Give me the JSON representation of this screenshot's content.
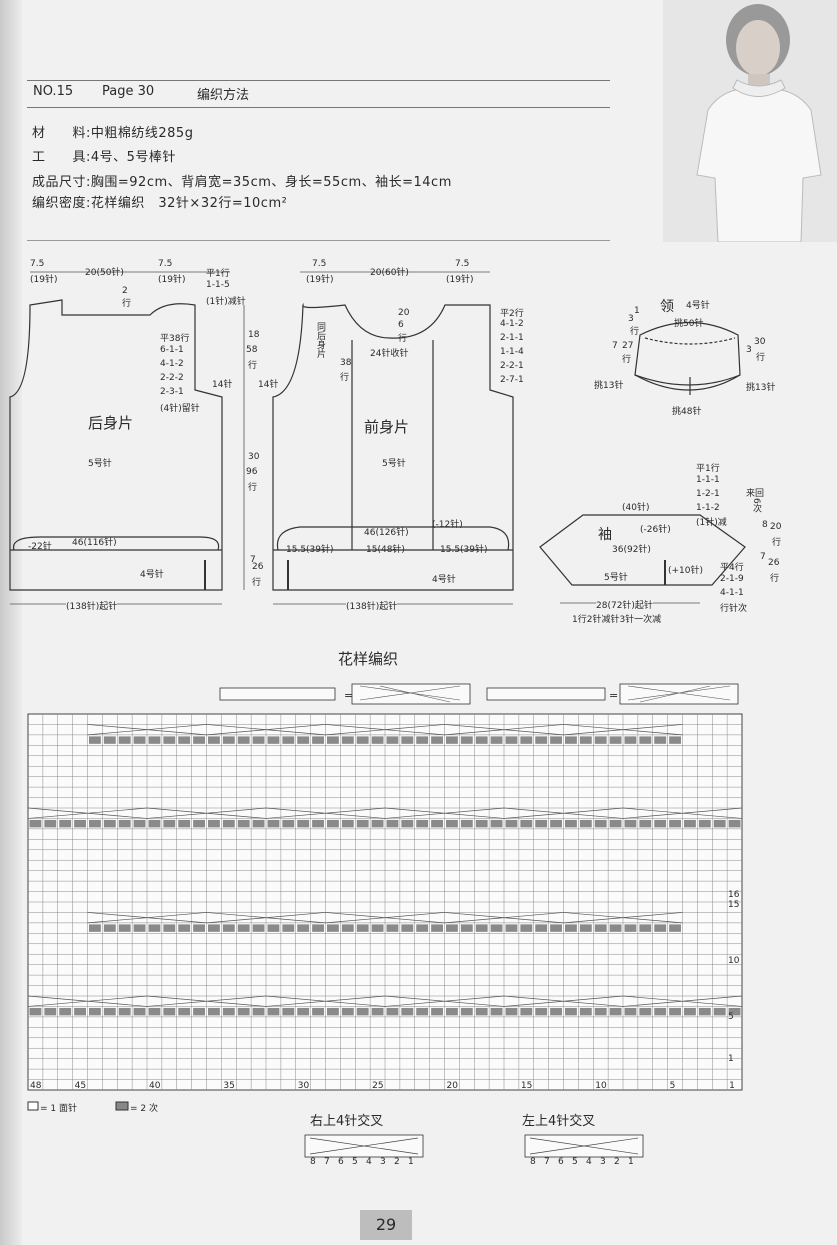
{
  "header": {
    "no": "NO.15",
    "page": "Page 30",
    "title": "编织方法"
  },
  "specs": [
    {
      "key": "材　　料:",
      "value": "中粗棉纺线285g"
    },
    {
      "key": "工　　具:",
      "value": "4号、5号棒针"
    },
    {
      "key": "成品尺寸:",
      "value": "胸围=92cm、背肩宽=35cm、身长=55cm、袖长=14cm"
    },
    {
      "key": "编织密度:",
      "value": "花样编织　32针×32行=10cm²"
    }
  ],
  "back": {
    "title": "后身片",
    "needle5": "5号针",
    "needle4": "4号针",
    "top_left": "7.5",
    "top_left_st": "(19针)",
    "top_mid": "20(50针)",
    "top_right": "7.5",
    "top_right_st": "(19针)",
    "shoulder_rows": "2",
    "shoulder_rows_unit": "行",
    "flat": "平1行",
    "dec1": "1-1-5",
    "dec2": "(1针)减针",
    "armhole": "14针",
    "armhole2": "14针",
    "arm_rows": "平38行",
    "arm1": "6-1-1",
    "arm2": "4-1-2",
    "arm3": "2-2-2",
    "arm4": "2-3-1",
    "leave": "(4针)留针",
    "width46": "46(116针)",
    "minus22": "-22针",
    "cast_on": "(138针)起针"
  },
  "front": {
    "title": "前身片",
    "needle5": "5号针",
    "needle4": "4号针",
    "same_as_back": "同后身片",
    "top_left": "7.5",
    "top_left_st": "(19针)",
    "top_mid": "20(60针)",
    "top_right": "7.5",
    "top_right_st": "(19针)",
    "neck_cm": "20",
    "neck_rows": "6",
    "neck_rows_unit": "行",
    "center_bind": "24针收针",
    "rows38": "38",
    "rows38_unit": "行",
    "flat2": "平2行",
    "nk1": "4-1-2",
    "nk2": "2-1-1",
    "nk3": "1-1-4",
    "nk4": "2-2-1",
    "nk5": "2-7-1",
    "width46": "46(126针)",
    "minus12": "(-12针)",
    "side_l": "15.5(39针)",
    "mid": "15(48针)",
    "side_r": "15.5(39针)",
    "cast_on": "(138针)起针"
  },
  "vertical": {
    "h18": "18",
    "r58": "58",
    "r58_unit": "行",
    "h30": "30",
    "r96": "96",
    "r96_unit": "行",
    "h7": "7",
    "r26": "26",
    "r26_unit": "行"
  },
  "collar": {
    "title": "领",
    "needle": "4号针",
    "pick50": "挑50针",
    "pick13l": "挑13针",
    "pick13r": "挑13针",
    "pick48": "挑48针",
    "l1": "1",
    "l3": "3",
    "l3_unit": "行",
    "l7": "7",
    "l27": "27",
    "l27_unit": "行",
    "r3": "3",
    "r30": "30",
    "r30_unit": "行"
  },
  "sleeve": {
    "title": "袖",
    "needle5": "5号针",
    "top": "(40针)",
    "minus26": "(-26针)",
    "width36": "36(92针)",
    "plus10": "(+10针)",
    "flat1": "平1行",
    "s1": "1-1-1",
    "s2": "1-2-1",
    "s3": "1-1-2",
    "dec": "(1针)减",
    "back_forth": "来回",
    "times": "6次",
    "h8": "8",
    "r20": "20",
    "r20_unit": "行",
    "h7": "7",
    "r26": "26",
    "r26_unit": "行",
    "flat4": "平4行",
    "i1": "2-1-9",
    "i2": "4-1-1",
    "inc": "行针次",
    "cast_on": "28(72针)起针",
    "note": "1行2针减针3针一次减"
  },
  "pattern": {
    "title": "花样编织",
    "legend1": "= 1 面针",
    "legend2": "= 2 次",
    "right_cross": "右上4针交叉",
    "left_cross": "左上4针交叉",
    "col_nums": [
      "48",
      "45",
      "40",
      "35",
      "30",
      "25",
      "20",
      "15",
      "10",
      "5",
      "1"
    ],
    "row_nums": [
      "16",
      "15",
      "10",
      "5",
      "1"
    ],
    "cross_nums": [
      "8",
      "7",
      "6",
      "5",
      "4",
      "3",
      "2",
      "1"
    ]
  },
  "page_number": "29"
}
